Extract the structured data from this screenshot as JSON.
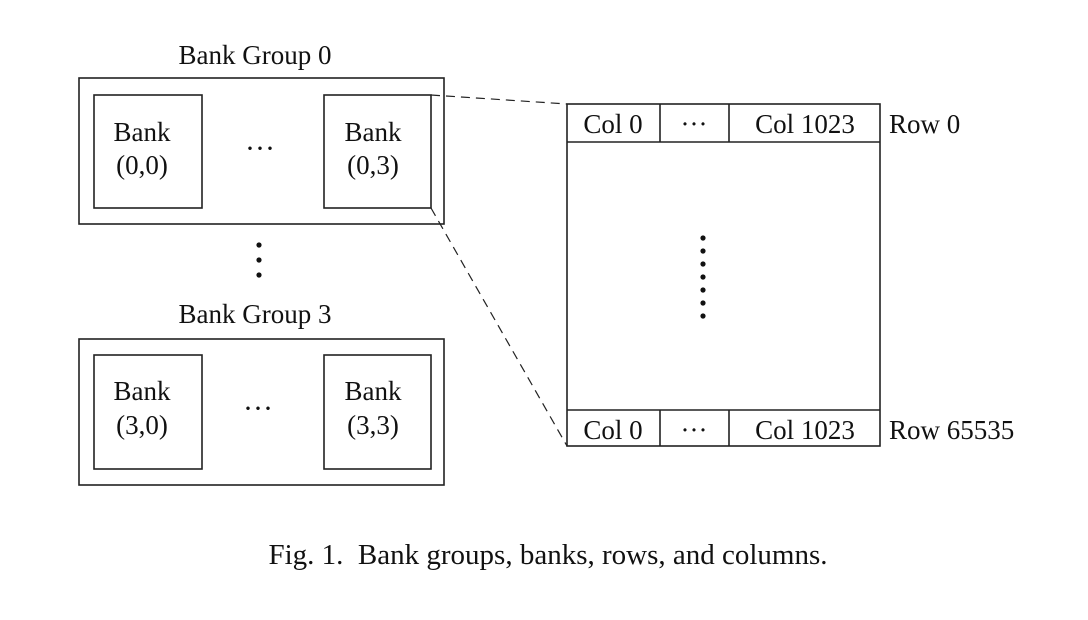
{
  "bank_groups": [
    {
      "label": "Bank Group 0",
      "banks": [
        {
          "line1": "Bank",
          "line2": "(0,0)"
        },
        {
          "line1": "Bank",
          "line2": "(0,3)"
        }
      ],
      "ellipsis": "···"
    },
    {
      "label": "Bank Group 3",
      "banks": [
        {
          "line1": "Bank",
          "line2": "(3,0)"
        },
        {
          "line1": "Bank",
          "line2": "(3,3)"
        }
      ],
      "ellipsis": "···"
    }
  ],
  "bank_detail": {
    "rows": [
      {
        "label": "Row 0",
        "cols": [
          "Col 0",
          "···",
          "Col 1023"
        ]
      },
      {
        "label": "Row 65535",
        "cols": [
          "Col 0",
          "···",
          "Col 1023"
        ]
      }
    ]
  },
  "caption": "Fig. 1.  Bank groups, banks, rows, and columns."
}
